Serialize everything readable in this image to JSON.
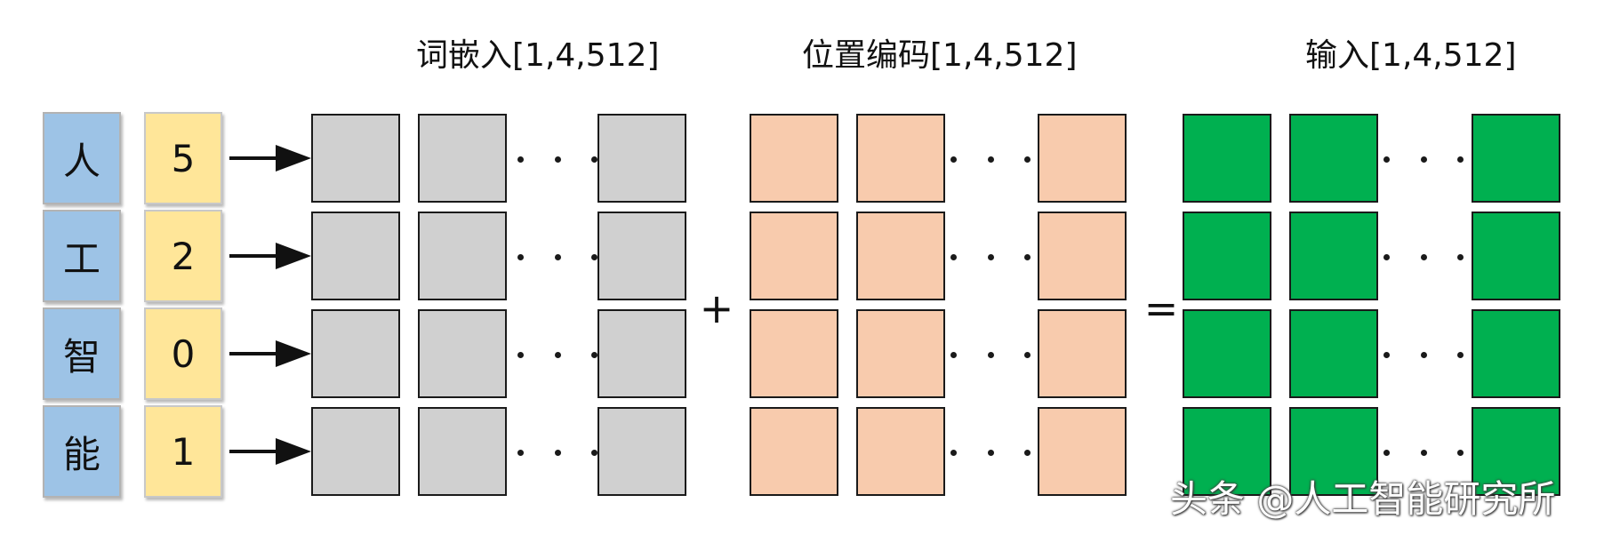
{
  "titles": {
    "embedding": "词嵌入[1,4,512]",
    "position": "位置编码[1,4,512]",
    "input": "输入[1,4,512]"
  },
  "tokens": [
    {
      "char": "人",
      "id": "5"
    },
    {
      "char": "工",
      "id": "2"
    },
    {
      "char": "智",
      "id": "0"
    },
    {
      "char": "能",
      "id": "1"
    }
  ],
  "operators": {
    "plus": "+",
    "equals": "="
  },
  "watermark": "头条 @人工智能研究所",
  "colors": {
    "token_char_fill": "#9dc3e6",
    "token_id_fill": "#ffe699",
    "embedding_fill": "#d0d0d0",
    "position_fill": "#f8cbad",
    "input_fill": "#00b050"
  }
}
